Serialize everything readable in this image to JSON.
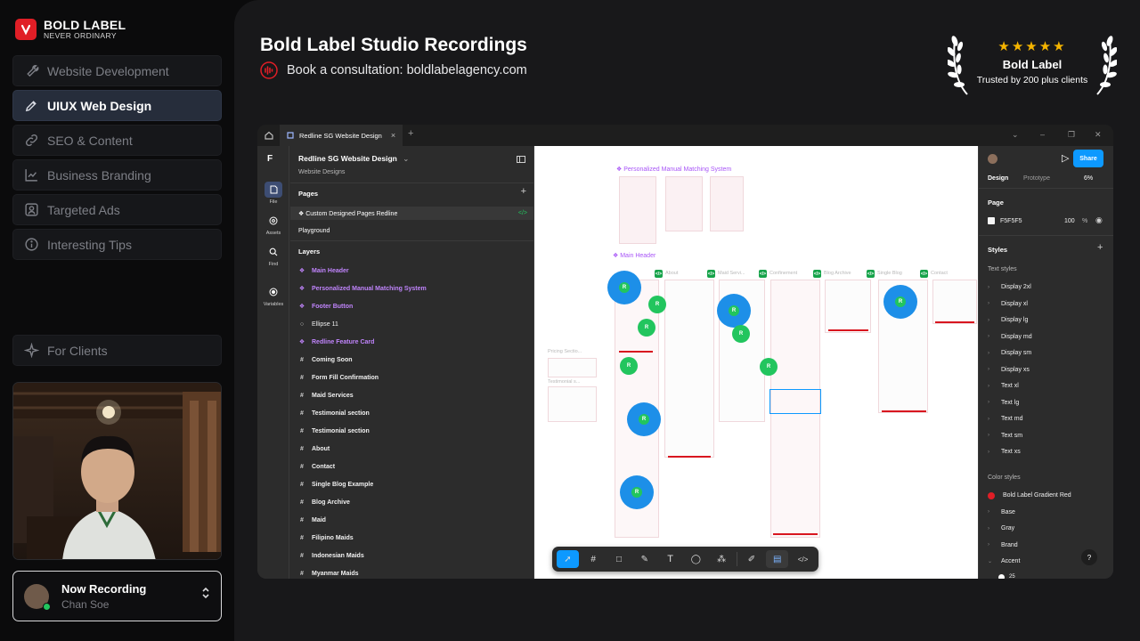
{
  "brand": {
    "name": "BOLD LABEL",
    "tagline": "NEVER ORDINARY",
    "accent": "#e01e26"
  },
  "nav": [
    {
      "label": "Website Development",
      "icon": "wrench-icon",
      "active": false
    },
    {
      "label": "UIUX Web Design",
      "icon": "pen-nib-icon",
      "active": true
    },
    {
      "label": "SEO & Content",
      "icon": "link-icon",
      "active": false
    },
    {
      "label": "Business Branding",
      "icon": "chart-line-icon",
      "active": false
    },
    {
      "label": "Targeted Ads",
      "icon": "user-icon",
      "active": false
    },
    {
      "label": "Interesting Tips",
      "icon": "info-icon",
      "active": false
    }
  ],
  "clients": {
    "label": "For Clients",
    "icon": "sparkle-icon"
  },
  "recording": {
    "title": "Now Recording",
    "name": "Chan Soe"
  },
  "header": {
    "title": "Bold Label Studio Recordings",
    "subtitle": "Book a consultation: boldlabelagency.com"
  },
  "badge": {
    "stars": "★★★★★",
    "line1": "Bold Label",
    "line2": "Trusted by 200 plus clients"
  },
  "figma": {
    "tab_title": "Redline SG Website Design",
    "file_title": "Redline SG Website Design",
    "project": "Website Designs",
    "rail": [
      "File",
      "Assets",
      "Find",
      "Variables"
    ],
    "pages_label": "Pages",
    "pages": [
      "❖ Custom Designed Pages Redline",
      "Playground"
    ],
    "layers_label": "Layers",
    "layers": [
      {
        "name": "Main Header",
        "kind": "comp"
      },
      {
        "name": "Personalized Manual Matching System",
        "kind": "comp"
      },
      {
        "name": "Footer Button",
        "kind": "comp"
      },
      {
        "name": "Ellipse 11",
        "kind": "plain"
      },
      {
        "name": "Redline Feature Card",
        "kind": "comp"
      },
      {
        "name": "Coming Soon",
        "kind": "frame"
      },
      {
        "name": "Form Fill Confirmation",
        "kind": "frame"
      },
      {
        "name": "Maid Services",
        "kind": "frame"
      },
      {
        "name": "Testimonial section",
        "kind": "frame"
      },
      {
        "name": "Testimonial section",
        "kind": "frame"
      },
      {
        "name": "About",
        "kind": "frame"
      },
      {
        "name": "Contact",
        "kind": "frame"
      },
      {
        "name": "Single Blog Example",
        "kind": "frame"
      },
      {
        "name": "Blog Archive",
        "kind": "frame"
      },
      {
        "name": "Maid",
        "kind": "frame"
      },
      {
        "name": "Filipino Maids",
        "kind": "frame"
      },
      {
        "name": "Indonesian Maids",
        "kind": "frame"
      },
      {
        "name": "Myanmar Maids",
        "kind": "frame"
      }
    ],
    "canvas": {
      "frame_labels": [
        "❖ Personalized Manual Matching System",
        "❖ Main Header"
      ],
      "column_labels": [
        "About",
        "Maid Servi...",
        "Confinement",
        "Blog Archive",
        "Single Blog",
        "Contact"
      ],
      "side_labels": [
        "Pricing Sectio...",
        "Testimonial s..."
      ],
      "cursor_initial": "R"
    },
    "right": {
      "share": "Share",
      "tabs": [
        "Design",
        "Prototype"
      ],
      "zoom": "6%",
      "page_label": "Page",
      "page_color": "F5F5F5",
      "page_opacity": "100",
      "percent": "%",
      "styles_label": "Styles",
      "text_styles_label": "Text styles",
      "text_styles": [
        "Display 2xl",
        "Display xl",
        "Display lg",
        "Display md",
        "Display sm",
        "Display xs",
        "Text xl",
        "Text lg",
        "Text md",
        "Text sm",
        "Text xs"
      ],
      "color_styles_label": "Color styles",
      "color_styles": [
        "Bold Label Gradient Red",
        "Base",
        "Gray",
        "Brand",
        "Accent"
      ],
      "accent_sub": "25",
      "help": "?"
    }
  }
}
